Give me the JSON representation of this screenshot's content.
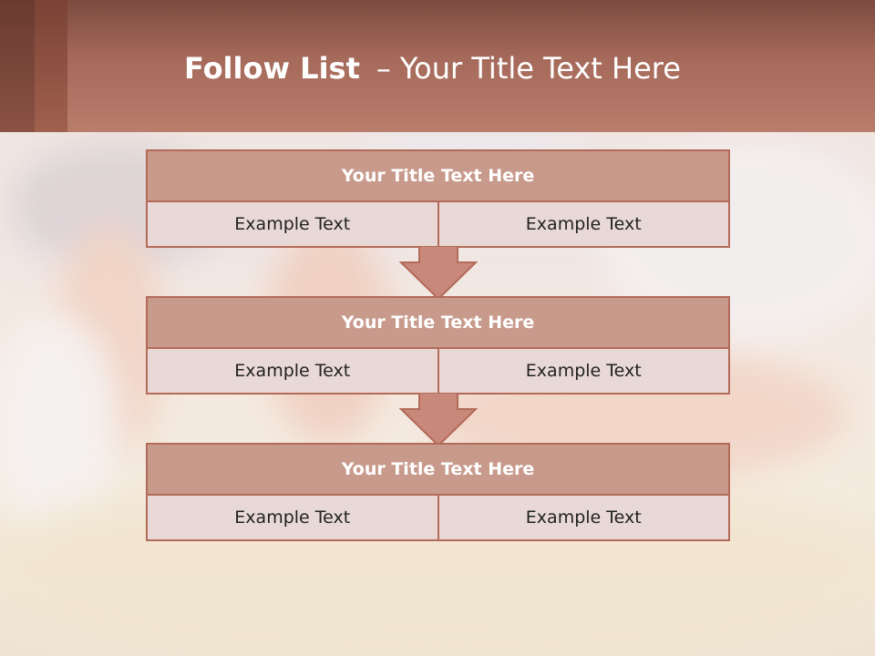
{
  "slide": {
    "title_bold": "Follow List",
    "title_dash": "–",
    "title_rest": "Your Title Text Here"
  },
  "blocks": [
    {
      "title": "Your Title Text Here",
      "cells": [
        "Example Text",
        "Example Text"
      ]
    },
    {
      "title": "Your Title Text Here",
      "cells": [
        "Example Text",
        "Example Text"
      ]
    },
    {
      "title": "Your Title Text Here",
      "cells": [
        "Example Text",
        "Example Text"
      ]
    }
  ],
  "colors": {
    "header": "#b97d6c",
    "block_header": "#c89a8c",
    "block_cell": "#e8d9d6",
    "border": "#b36a59"
  }
}
